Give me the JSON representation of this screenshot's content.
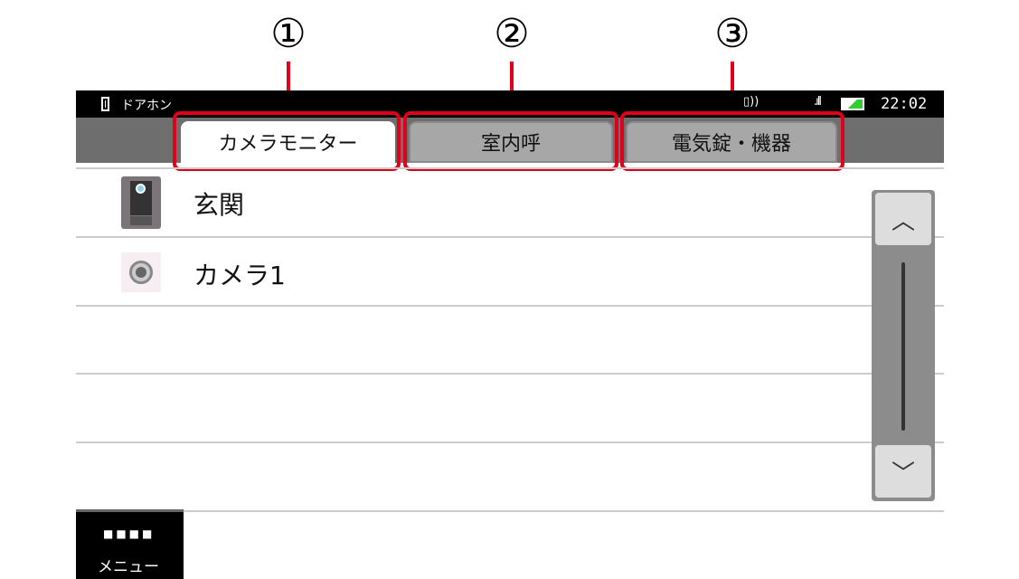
{
  "callouts": [
    "①",
    "②",
    "③"
  ],
  "status": {
    "app": "ドアホン",
    "time": "22:02"
  },
  "tabs": [
    {
      "label": "カメラモニター",
      "active": true
    },
    {
      "label": "室内呼",
      "active": false
    },
    {
      "label": "電気錠・機器",
      "active": false
    }
  ],
  "list": [
    {
      "label": "玄関",
      "icon": "doorbell-camera-icon"
    },
    {
      "label": "カメラ1",
      "icon": "security-camera-icon"
    }
  ],
  "scroll": {
    "up": "︿",
    "down": "﹀"
  },
  "menu": {
    "label": "メニュー"
  },
  "colors": {
    "accent": "#e0001a"
  }
}
